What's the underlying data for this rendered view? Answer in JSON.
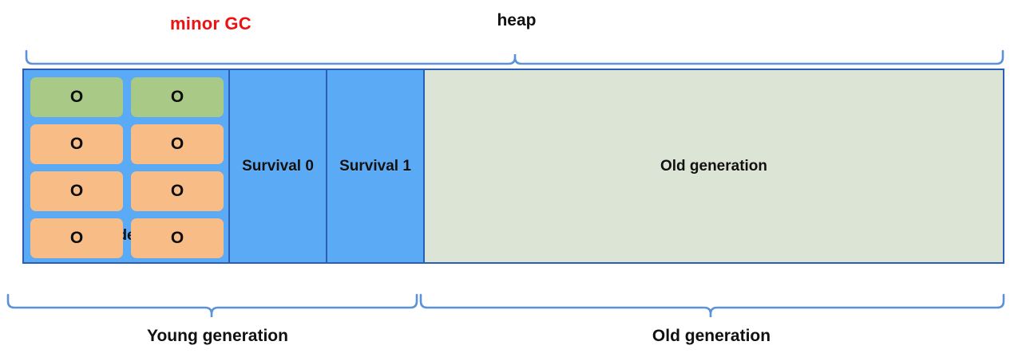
{
  "diagram": {
    "title_top": "heap",
    "annotation": {
      "label": "minor GC",
      "color": "#ee1111",
      "arrow": {
        "name": "minor-gc-arrow",
        "color": "#e01b0f",
        "from": "Eden",
        "to": "Survival 0"
      }
    },
    "top_bracket": {
      "label": "heap",
      "spans": [
        "Eden",
        "Survival 0",
        "Survival 1",
        "Old generation"
      ]
    },
    "regions": [
      {
        "id": "eden",
        "label": "Eden",
        "color": "#5aaaf5",
        "objects": [
          {
            "label": "O",
            "color": "#a9c987",
            "state": "surviving"
          },
          {
            "label": "O",
            "color": "#a9c987",
            "state": "surviving"
          },
          {
            "label": "O",
            "color": "#f8bc86",
            "state": "garbage"
          },
          {
            "label": "O",
            "color": "#f8bc86",
            "state": "garbage"
          },
          {
            "label": "O",
            "color": "#f8bc86",
            "state": "garbage"
          },
          {
            "label": "O",
            "color": "#f8bc86",
            "state": "garbage"
          },
          {
            "label": "O",
            "color": "#f8bc86",
            "state": "garbage"
          },
          {
            "label": "O",
            "color": "#f8bc86",
            "state": "garbage"
          }
        ]
      },
      {
        "id": "survival0",
        "label": "Survival 0",
        "color": "#5aaaf5",
        "objects": []
      },
      {
        "id": "survival1",
        "label": "Survival 1",
        "color": "#5aaaf5",
        "objects": []
      },
      {
        "id": "oldgen",
        "label": "Old generation",
        "color": "#dce5d5",
        "objects": []
      }
    ],
    "bottom_brackets": [
      {
        "id": "young-generation",
        "label": "Young generation",
        "covers": [
          "Eden",
          "Survival 0",
          "Survival 1"
        ]
      },
      {
        "id": "old-generation",
        "label": "Old generation",
        "covers": [
          "Old generation"
        ]
      }
    ],
    "colors": {
      "border": "#2a5fb5",
      "bracket": "#5b92d8",
      "young_fill": "#5aaaf5",
      "old_fill": "#dce5d5",
      "object_surviving": "#a9c987",
      "object_garbage": "#f8bc86",
      "accent_red": "#ee1111"
    }
  }
}
